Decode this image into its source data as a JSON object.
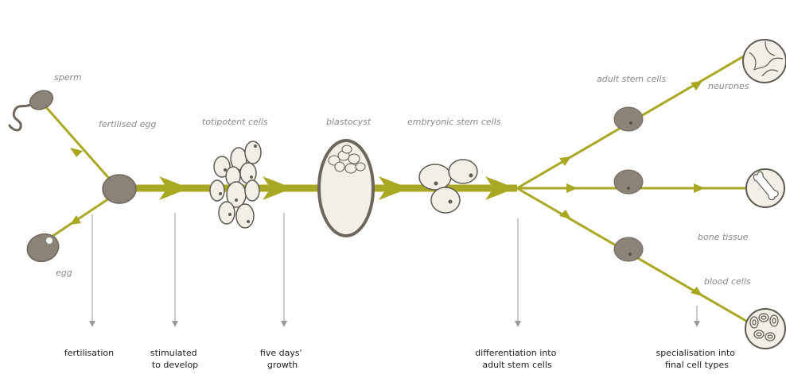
{
  "colors": {
    "flow_line": "#a9a823",
    "cell_fill": "#8c8378",
    "cell_outline": "#6e665c",
    "pale_cell_fill": "#f1efe8",
    "pale_cell_outline": "#5f5a52",
    "pointer_line": "#9a9a96",
    "italic_label": "#8a8a86",
    "caption_text": "#222222"
  },
  "labels": {
    "sperm": "sperm",
    "egg": "egg",
    "fertilised_egg": "fertilised egg",
    "totipotent_cells": "totipotent cells",
    "blastocyst": "blastocyst",
    "embryonic_stem_cells": "embryonic stem cells",
    "adult_stem_cells": "adult stem cells",
    "neurones": "neurones",
    "bone_tissue": "bone tissue",
    "blood_cells": "blood cells"
  },
  "captions": {
    "fertilisation": [
      "fertilisation"
    ],
    "stimulated": [
      "stimulated",
      "to develop"
    ],
    "five_days": [
      "five days'",
      "growth"
    ],
    "differentiation": [
      "differentiation into",
      "adult stem cells"
    ],
    "specialisation": [
      "specialisation into",
      "final cell types"
    ]
  },
  "icons": {
    "neurones": "neurone-cell-icon",
    "bone": "bone-cell-icon",
    "blood": "blood-cells-icon"
  }
}
